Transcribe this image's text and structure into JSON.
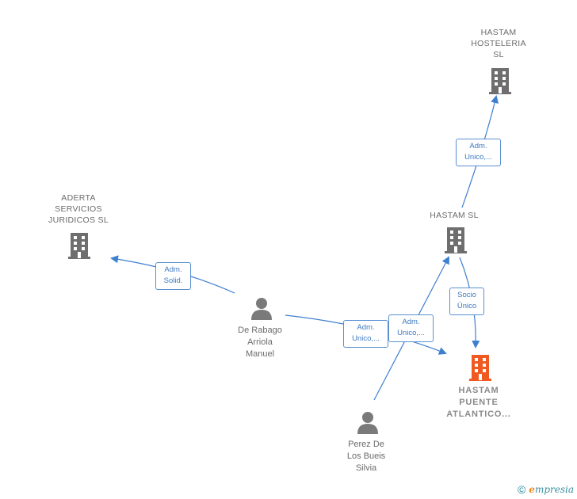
{
  "nodes": {
    "hastam_hosteleria": {
      "label": "HASTAM\nHOSTELERIA\nSL",
      "type": "company"
    },
    "aderta": {
      "label": "ADERTA\nSERVICIOS\nJURIDICOS  SL",
      "type": "company"
    },
    "hastam_sl": {
      "label": "HASTAM  SL",
      "type": "company"
    },
    "hastam_puente": {
      "label": "HASTAM\nPUENTE\nATLANTICO...",
      "type": "company-target"
    },
    "de_rabago": {
      "label": "De Rabago\nArriola\nManuel",
      "type": "person"
    },
    "perez": {
      "label": "Perez De\nLos Bueis\nSilvia",
      "type": "person"
    }
  },
  "edges": {
    "rabago_aderta": {
      "label": "Adm.\nSolid."
    },
    "rabago_puente": {
      "label": "Adm.\nUnico,..."
    },
    "perez_hastam": {
      "label": "Adm.\nUnico,..."
    },
    "hastam_hosteleria": {
      "label": "Adm.\nUnico,..."
    },
    "hastam_puente": {
      "label": "Socio\nÚnico"
    }
  },
  "colors": {
    "edge": "#3d7fd0",
    "company_icon": "#6e6e6e",
    "target_icon": "#f05a22",
    "person_icon": "#7a7a7a"
  },
  "footer": {
    "copyright": "©",
    "brand_initial": "e",
    "brand_rest": "mpresia"
  }
}
